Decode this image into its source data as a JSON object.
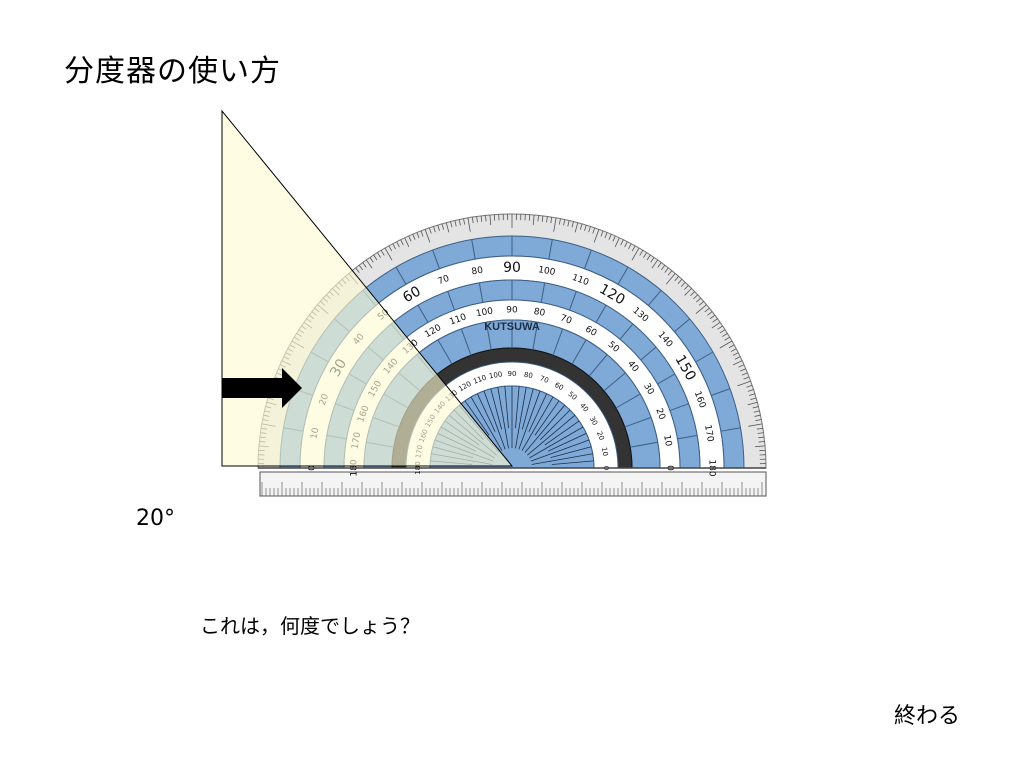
{
  "slide": {
    "title": "分度器の使い方",
    "answer": "20°",
    "question": "これは，何度でしょう？",
    "end_button": "終わる"
  },
  "protractor": {
    "brand": "KUTSUWA",
    "outer_scale": [
      "0",
      "10",
      "20",
      "30",
      "40",
      "50",
      "60",
      "70",
      "80",
      "90",
      "100",
      "110",
      "120",
      "130",
      "140",
      "150",
      "160",
      "170",
      "180"
    ],
    "inner_scale": [
      "180",
      "170",
      "160",
      "150",
      "140",
      "130",
      "120",
      "110",
      "100",
      "90",
      "80",
      "70",
      "60",
      "50",
      "40",
      "30",
      "20",
      "10",
      "0"
    ],
    "measured_angle_deg": 20
  },
  "colors": {
    "blue": "#7fa9d6",
    "triangle": "#fdfcd3",
    "arrow": "#000000"
  }
}
